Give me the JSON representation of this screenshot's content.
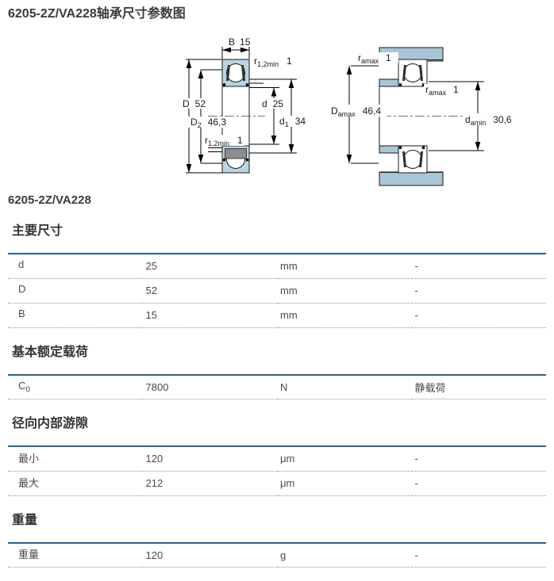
{
  "page": {
    "title": "6205-2Z/VA228轴承尺寸参数图",
    "subtitle": "6205-2Z/VA228"
  },
  "diagram": {
    "left": {
      "b_label": {
        "symbol": "B",
        "value": "15"
      },
      "r_top": {
        "symbol": "r",
        "sub": "1,2min",
        "value": "1"
      },
      "d_outer": {
        "symbol": "D",
        "value": "52"
      },
      "d2": {
        "symbol": "D",
        "sub": "2",
        "value": "46,3"
      },
      "d_bore": {
        "symbol": "d",
        "value": "25"
      },
      "d1": {
        "symbol": "d",
        "sub": "1",
        "value": "34"
      },
      "r_bottom": {
        "symbol": "r",
        "sub": "1,2min",
        "value": "1"
      }
    },
    "right": {
      "r_amax_top": {
        "symbol": "r",
        "sub": "amax",
        "value": "1"
      },
      "d_amax": {
        "symbol": "D",
        "sub": "amax",
        "value": "46,4"
      },
      "r_amax_mid": {
        "symbol": "r",
        "sub": "amax",
        "value": "1"
      },
      "d_amin": {
        "symbol": "d",
        "sub": "amin",
        "value": "30,6"
      }
    }
  },
  "sections": [
    {
      "heading": "主要尺寸",
      "rows": [
        {
          "label": "d",
          "label_sub": "",
          "value": "25",
          "unit": "mm",
          "note": "-"
        },
        {
          "label": "D",
          "label_sub": "",
          "value": "52",
          "unit": "mm",
          "note": "-"
        },
        {
          "label": "B",
          "label_sub": "",
          "value": "15",
          "unit": "mm",
          "note": "-"
        }
      ]
    },
    {
      "heading": "基本额定载荷",
      "rows": [
        {
          "label": "C",
          "label_sub": "0",
          "value": "7800",
          "unit": "N",
          "note": "静载荷"
        }
      ]
    },
    {
      "heading": "径向内部游隙",
      "rows": [
        {
          "label": "最小",
          "label_sub": "",
          "value": "120",
          "unit": "μm",
          "note": "-"
        },
        {
          "label": "最大",
          "label_sub": "",
          "value": "212",
          "unit": "μm",
          "note": "-"
        }
      ]
    },
    {
      "heading": "重量",
      "rows": [
        {
          "label": "重量",
          "label_sub": "",
          "value": "120",
          "unit": "g",
          "note": "-"
        }
      ]
    }
  ],
  "colors": {
    "table_rule": "#25618e",
    "row_dotted": "#7e9ab6",
    "ring_fill": "#b9d4e2",
    "housing_fill": "#a9c6d6",
    "cage_fill": "#8d8d8d",
    "shield": "#2f2f2f",
    "heading_text": "#3a3a3a",
    "body_text": "#4a4a4a"
  }
}
